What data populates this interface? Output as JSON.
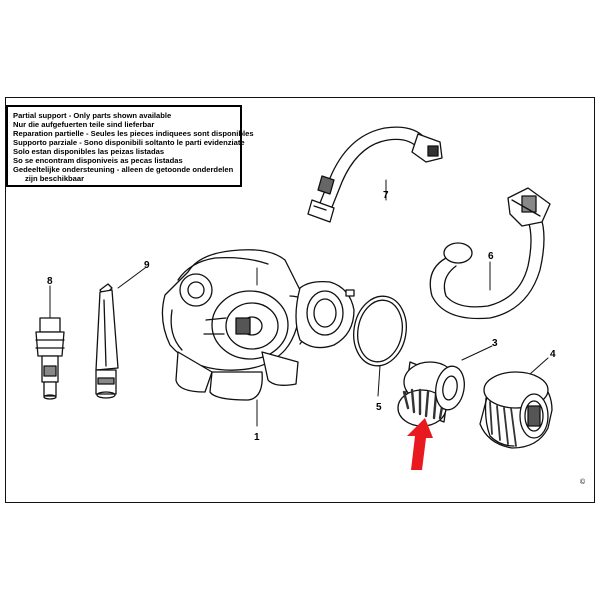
{
  "notice": {
    "lines": [
      "Partial support - Only parts shown available",
      "Nur die aufgefuerten teile sind lieferbar",
      "Reparation partielle - Seules les pieces indiquees sont disponibles",
      "Supporto parziale - Sono disponibili soltanto le parti evidenziate",
      "Solo estan disponibles las peizas listadas",
      "So se encontram disponiveis as pecas listadas",
      "Gedeeltelijke ondersteuning - alleen de getoonde onderdelen",
      "zijn beschikbaar"
    ]
  },
  "callouts": {
    "p1": "1",
    "p3": "3",
    "p4": "4",
    "p5": "5",
    "p6": "6",
    "p7": "7",
    "p8": "8",
    "p9": "9"
  },
  "copyright_mark": "©",
  "highlight_color": "#e8191f"
}
